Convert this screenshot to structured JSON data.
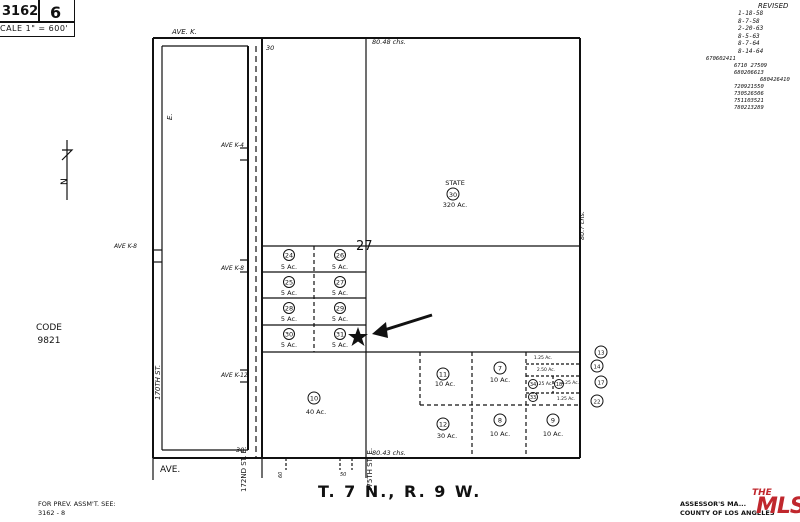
{
  "header": {
    "book": "3162",
    "page": "6",
    "scale": "CALE 1\" = 600'"
  },
  "code": {
    "label": "CODE",
    "value": "9821"
  },
  "north": "N",
  "township": "T. 7 N., R. 9 W.",
  "streets": {
    "ave_k": "AVE.      K.",
    "ave_bottom": "AVE.",
    "st_170th": "170TH ST.",
    "st_e": "E.",
    "ave_k8": "AVE K-8",
    "ave_k4": "AVE K-4",
    "ave_k8_inner": "AVE K-8",
    "ave_k12": "AVE K-12",
    "st_172nd": "172ND ST. E.",
    "st_175th": "175TH ST. E."
  },
  "dims": {
    "top_chain": "80.48 chs.",
    "bottom_chain": "80.43 chs.",
    "right_chain": "80.? chs.",
    "n30_top": "30",
    "n30_bottom": "30",
    "n60": "60",
    "n50": "50"
  },
  "section": "27",
  "parcels": [
    {
      "num": "30",
      "label": "STATE",
      "area": "320 Ac."
    },
    {
      "num": "24",
      "area": "5 Ac."
    },
    {
      "num": "25",
      "area": "5 Ac."
    },
    {
      "num": "26",
      "area": "5 Ac."
    },
    {
      "num": "27",
      "area": "5 Ac."
    },
    {
      "num": "28",
      "area": "5 Ac."
    },
    {
      "num": "29",
      "area": "5 Ac."
    },
    {
      "num": "30",
      "area": "5 Ac."
    },
    {
      "num": "31",
      "area": "5 Ac."
    },
    {
      "num": "10",
      "area": "40 Ac."
    },
    {
      "num": "11",
      "area": "10 Ac."
    },
    {
      "num": "7",
      "area": "10 Ac."
    },
    {
      "num": "12",
      "area": "30 Ac."
    },
    {
      "num": "8",
      "area": "10 Ac."
    },
    {
      "num": "9",
      "area": "10 Ac."
    },
    {
      "num": "13"
    },
    {
      "num": "14"
    },
    {
      "num": "17"
    },
    {
      "num": "22"
    },
    {
      "num": "34"
    },
    {
      "num": "18"
    },
    {
      "num": "33"
    }
  ],
  "small_areas": [
    "1.25 Ac.",
    "2.50 Ac.",
    "1.25 Ac.",
    "1.25 Ac.",
    ".25 Ac."
  ],
  "revised": {
    "title": "REVISED",
    "lines": [
      "1-18-58",
      "8-7-58",
      "2-20-63",
      "8-5-63",
      "8-7-64",
      "8-14-64",
      "670602411",
      "6710 27509",
      "680206613",
      "680426410",
      "720921550",
      "730526506",
      "751103521",
      "780213289"
    ]
  },
  "prev": {
    "line1": "FOR PREV. ASSM'T. SEE:",
    "line2": "3162 - 8"
  },
  "assessor": {
    "line1": "ASSESSOR'S MA...",
    "line2": "COUNTY OF LOS ANGELES"
  },
  "watermark": {
    "top": "THE",
    "main": "MLS"
  }
}
